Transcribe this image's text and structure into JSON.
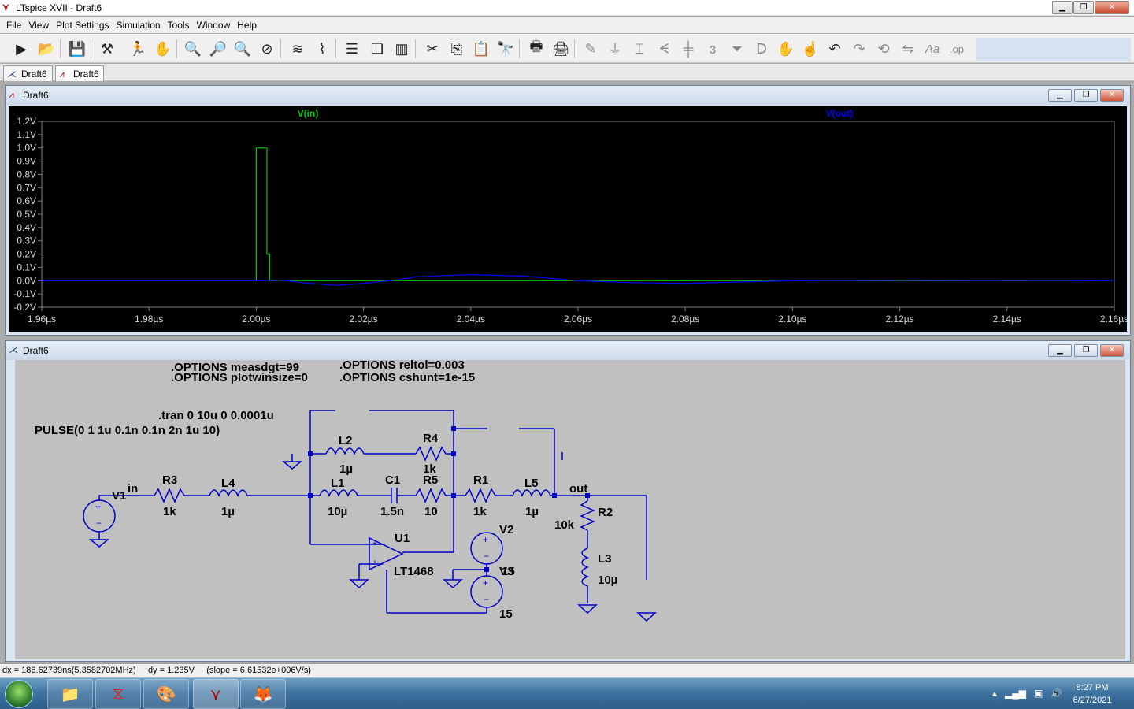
{
  "window": {
    "title": "LTspice XVII - Draft6"
  },
  "menu": [
    "File",
    "View",
    "Plot Settings",
    "Simulation",
    "Tools",
    "Window",
    "Help"
  ],
  "toolbar_icons": [
    "run-icon",
    "open-icon",
    "save-icon",
    "control-panel-icon",
    "run-stop-icon",
    "pan-hand-icon",
    "zoom-in-icon",
    "zoom-area-icon",
    "zoom-out-icon",
    "zoom-fit-icon",
    "autorange-icon",
    "plot-settings-icon",
    "tile-horizontal-icon",
    "cascade-icon",
    "tile-vertical-icon",
    "cut-icon",
    "copy-icon",
    "paste-icon",
    "find-icon",
    "print-icon",
    "print-setup-icon",
    "wire-icon",
    "ground-icon",
    "label-icon",
    "resistor-icon",
    "capacitor-icon",
    "inductor-icon",
    "diode-icon",
    "component-icon",
    "move-icon",
    "drag-icon",
    "undo-icon",
    "redo-icon",
    "rotate-icon",
    "mirror-icon",
    "text-icon",
    "spice-directive-icon"
  ],
  "tabs": [
    {
      "label": "Draft6"
    },
    {
      "label": "Draft6"
    }
  ],
  "waveform_window": {
    "title": "Draft6"
  },
  "schematic_window": {
    "title": "Draft6"
  },
  "chart_data": {
    "type": "line",
    "xlabel": "",
    "ylabel": "",
    "xlim": [
      1.96,
      2.16
    ],
    "ylim": [
      -0.2,
      1.2
    ],
    "x_unit": "µs",
    "y_unit": "V",
    "x_ticks": [
      "1.96µs",
      "1.98µs",
      "2.00µs",
      "2.02µs",
      "2.04µs",
      "2.06µs",
      "2.08µs",
      "2.10µs",
      "2.12µs",
      "2.14µs",
      "2.16µs"
    ],
    "y_ticks": [
      "1.2V",
      "1.1V",
      "1.0V",
      "0.9V",
      "0.8V",
      "0.7V",
      "0.6V",
      "0.5V",
      "0.4V",
      "0.3V",
      "0.2V",
      "0.1V",
      "0.0V",
      "-0.1V",
      "-0.2V"
    ],
    "grid": false,
    "series": [
      {
        "name": "V(in)",
        "color": "#00c800",
        "x": [
          1.96,
          2.0,
          2.0,
          2.002,
          2.002,
          2.0025,
          2.0025,
          2.16
        ],
        "y": [
          0,
          0,
          1.0,
          1.0,
          0.2,
          0.2,
          0,
          0
        ]
      },
      {
        "name": "V(out)",
        "color": "#0000ff",
        "x": [
          1.96,
          2.0,
          2.005,
          2.01,
          2.015,
          2.02,
          2.025,
          2.03,
          2.04,
          2.05,
          2.06,
          2.07,
          2.08,
          2.09,
          2.1,
          2.12,
          2.16
        ],
        "y": [
          0,
          0,
          0.002,
          -0.02,
          -0.035,
          -0.02,
          0.0,
          0.03,
          0.045,
          0.035,
          0.0,
          -0.015,
          -0.02,
          -0.01,
          0.0,
          0.002,
          0
        ]
      }
    ]
  },
  "schematic": {
    "directives": [
      ".OPTIONS measdgt=99",
      ".OPTIONS plotwinsize=0",
      ".OPTIONS reltol=0.003",
      ".OPTIONS cshunt=1e-15",
      ".tran 0 10u 0 0.0001u",
      "PULSE(0 1 1u 0.1n 0.1n 2n 1u 10)"
    ],
    "labels": {
      "V1": "V1",
      "in": "in",
      "R3": "R3",
      "R3v": "1k",
      "L4": "L4",
      "L4v": "1µ",
      "L2": "L2",
      "L2v": "1µ",
      "R4": "R4",
      "R4v": "1k",
      "L1": "L1",
      "L1v": "10µ",
      "C1": "C1",
      "C1v": "1.5n",
      "R5": "R5",
      "R5v": "10",
      "R1": "R1",
      "R1v": "1k",
      "L5": "L5",
      "L5v": "1µ",
      "out": "out",
      "R2": "R2",
      "R2v": "10k",
      "L3": "L3",
      "L3v": "10µ",
      "U1": "U1",
      "U1v": "LT1468",
      "V2": "V2",
      "V3": "V3",
      "V3v": "15",
      "V3v2": "15"
    }
  },
  "status": {
    "text": "dx = 186.62739ns(5.3582702MHz)     dy = 1.235V     (slope = 6.61532e+006V/s)"
  },
  "taskbar": {
    "time": "8:27 PM",
    "date": "6/27/2021"
  }
}
